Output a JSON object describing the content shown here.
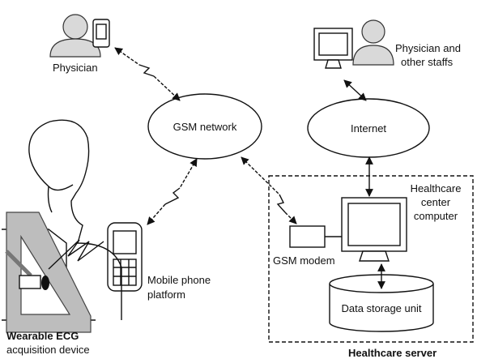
{
  "nodes": {
    "physician": "Physician",
    "physician_staff_line1": "Physician and",
    "physician_staff_line2": "other staffs",
    "gsm_network": "GSM network",
    "internet": "Internet",
    "healthcare_computer_line1": "Healthcare",
    "healthcare_computer_line2": "center",
    "healthcare_computer_line3": "computer",
    "gsm_modem": "GSM modem",
    "mobile_line1": "Mobile phone",
    "mobile_line2": "platform",
    "wearable_line1": "Wearable ECG",
    "wearable_line2": "acquisition device",
    "data_storage": "Data storage unit",
    "healthcare_server": "Healthcare server"
  }
}
